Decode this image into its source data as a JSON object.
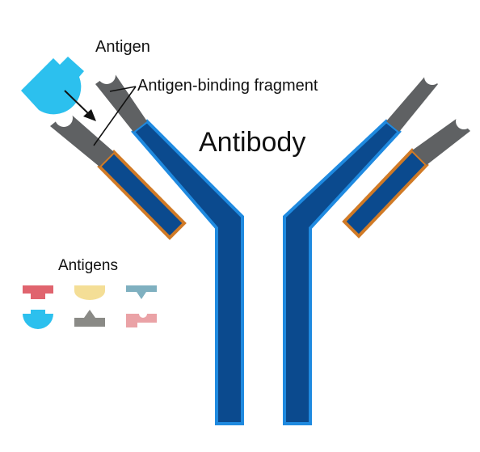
{
  "labels": {
    "antigen": "Antigen",
    "binding_fragment": "Antigen-binding fragment",
    "antibody": "Antibody",
    "antigens": "Antigens"
  },
  "colors": {
    "heavy_chain_fill": "#0b4a8e",
    "heavy_chain_outline": "#1f8ae0",
    "light_chain_fill": "#0b4a8e",
    "light_chain_outline": "#d07a26",
    "variable_region": "#5f6163",
    "bound_antigen": "#2cc0ee",
    "arrow": "#111111"
  },
  "antigen_legend": [
    {
      "name": "red-antigen",
      "color": "#e0646e"
    },
    {
      "name": "yellow-antigen",
      "color": "#f4de96"
    },
    {
      "name": "teal-antigen",
      "color": "#7fb0c0"
    },
    {
      "name": "blue-antigen",
      "color": "#2cc0ee"
    },
    {
      "name": "gray-antigen",
      "color": "#8a8a86"
    },
    {
      "name": "pink-antigen",
      "color": "#eaa2a6"
    }
  ]
}
